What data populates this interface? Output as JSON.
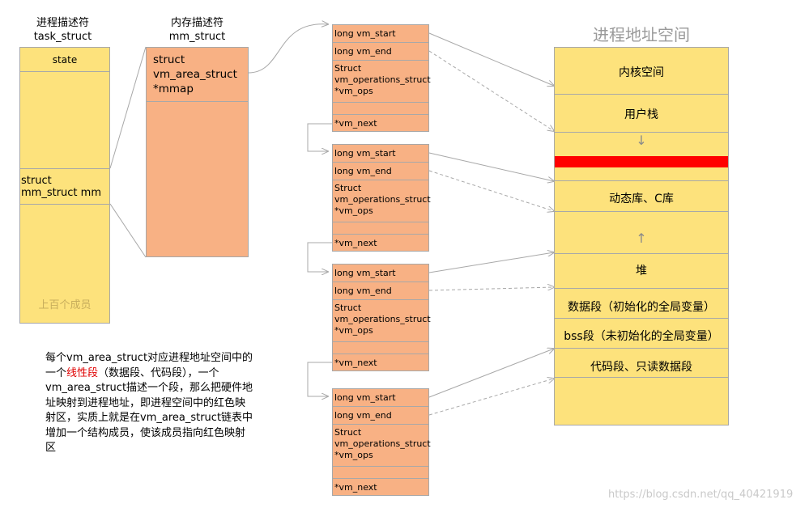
{
  "task_struct": {
    "title_cn": "进程描述符",
    "title_en": "task_struct",
    "state": "state",
    "mm_line1": "struct",
    "mm_line2": "mm_struct  mm",
    "members_note": "上百个成员"
  },
  "mm_struct": {
    "title_cn": "内存描述符",
    "title_en": "mm_struct",
    "mmap_line1": "struct",
    "mmap_line2": "vm_area_struct",
    "mmap_line3": " *mmap"
  },
  "vm_area_blocks": [
    {
      "start": "long vm_start",
      "end": "long vm_end",
      "ops1": "Struct",
      "ops2": "vm_operations_struct",
      "ops3": " *vm_ops",
      "next": "*vm_next"
    },
    {
      "start": "long vm_start",
      "end": "long vm_end",
      "ops1": "Struct",
      "ops2": "vm_operations_struct",
      "ops3": " *vm_ops",
      "next": "*vm_next"
    },
    {
      "start": "long vm_start",
      "end": "long vm_end",
      "ops1": "Struct",
      "ops2": "vm_operations_struct",
      "ops3": " *vm_ops",
      "next": "*vm_next"
    },
    {
      "start": "long vm_start",
      "end": "long vm_end",
      "ops1": "Struct",
      "ops2": "vm_operations_struct",
      "ops3": " *vm_ops",
      "next": "*vm_next"
    }
  ],
  "address_space": {
    "title": "进程地址空间",
    "kernel": "内核空间",
    "user_stack": "用户栈",
    "dynamic_lib": "动态库、C库",
    "heap": "堆",
    "data": "数据段（初始化的全局变量）",
    "bss": "bss段（未初始化的全局变量）",
    "code": "代码段、只读数据段",
    "down_arrow": "↓",
    "up_arrow": "↑",
    "mapping_color": "#ff0000"
  },
  "note": {
    "line1": "每个vm_area_struct对应进程地址空间中的",
    "line2_pre": "一个",
    "line2_red": "线性段",
    "line2_post": "（数据段、代码段），一个",
    "line3": "vm_area_struct描述一个段，那么把硬件地",
    "line4": "址映射到进程地址，即进程空间中的红色映",
    "line5": "射区，实质上就是在vm_area_struct链表中",
    "line6": "增加一个结构成员，使该成员指向红色映射",
    "line7": "区"
  },
  "watermark": "https://blog.csdn.net/qq_40421919",
  "colors": {
    "yellow": "#fde27c",
    "orange": "#f8b184",
    "line": "#a8a8a8",
    "red": "#ff0000"
  }
}
